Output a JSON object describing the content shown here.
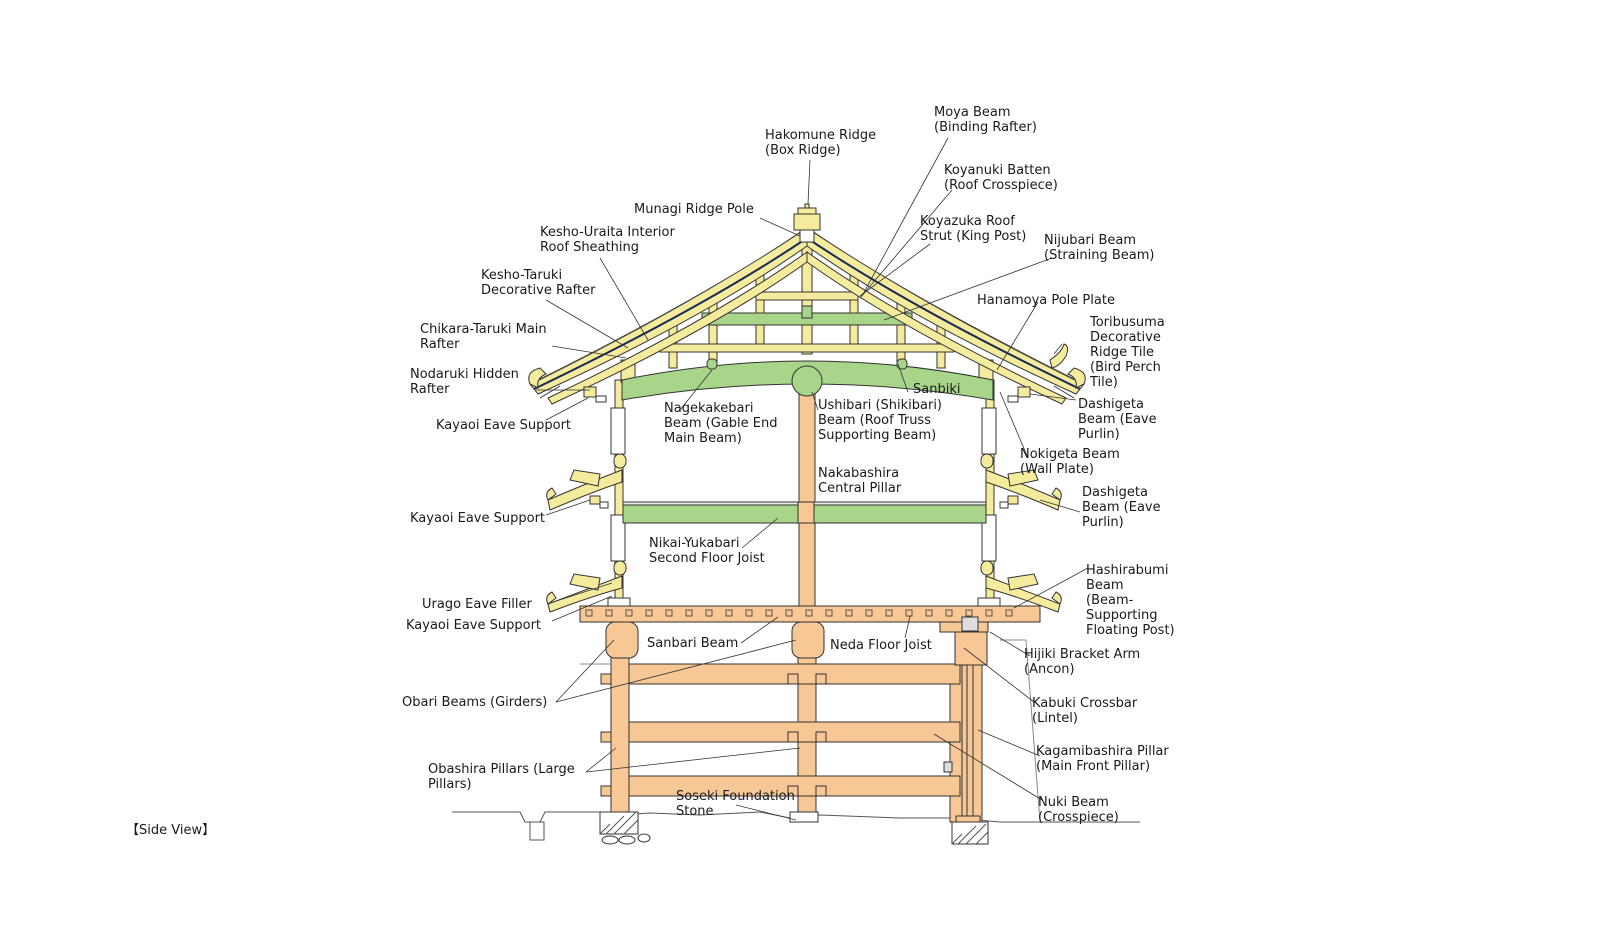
{
  "caption": "【Side View】",
  "colors": {
    "yellow_timber": "#f4ec9c",
    "green_beam": "#a9d58b",
    "orange_timber": "#f7c796",
    "outline": "#333333",
    "leader": "#333333"
  },
  "labels": {
    "hakomune": "Hakomune Ridge\n(Box Ridge)",
    "moya": "Moya Beam\n(Binding Rafter)",
    "koyanuki": "Koyanuki Batten\n(Roof Crosspiece)",
    "koyazuka": "Koyazuka Roof\nStrut (King Post)",
    "munagi": "Munagi Ridge Pole",
    "kesho_uraita": "Kesho-Uraita Interior\nRoof Sheathing",
    "nijubari": "Nijubari Beam\n(Straining Beam)",
    "kesho_taruki": "Kesho-Taruki\nDecorative Rafter",
    "hanamoya": "Hanamoya Pole Plate",
    "chikara_taruki": "Chikara-Taruki Main\nRafter",
    "toribusuma": "Toribusuma\nDecorative\nRidge Tile\n(Bird Perch\nTile)",
    "nodaruki": "Nodaruki Hidden\nRafter",
    "sanbiki": "Sanbiki",
    "kayaoi_1": "Kayaoi Eave Support",
    "nagekakebari": "Nagekakebari\nBeam (Gable End\nMain Beam)",
    "ushibari": "Ushibari (Shikibari)\nBeam (Roof Truss\nSupporting Beam)",
    "dashigeta_1": "Dashigeta\nBeam (Eave\nPurlin)",
    "nokigeta": "Nokigeta Beam\n(Wall Plate)",
    "nakabashira": "Nakabashira\nCentral Pillar",
    "dashigeta_2": "Dashigeta\nBeam (Eave\nPurlin)",
    "kayaoi_2": "Kayaoi Eave Support",
    "nikai_yukabari": "Nikai-Yukabari\nSecond Floor Joist",
    "hashirabumi": "Hashirabumi\nBeam\n(Beam-\nSupporting\nFloating Post)",
    "urago": "Urago Eave Filler",
    "kayaoi_3": "Kayaoi Eave Support",
    "sanbari": "Sanbari Beam",
    "neda": "Neda Floor Joist",
    "hijiki": "Hijiki Bracket Arm\n(Ancon)",
    "obari": "Obari Beams (Girders)",
    "kabuki": "Kabuki Crossbar\n(Lintel)",
    "kagamibashira": "Kagamibashira Pillar\n(Main Front Pillar)",
    "obashira": "Obashira Pillars (Large\nPillars)",
    "soseki": "Soseki Foundation\nStone",
    "nuki": "Nuki Beam\n(Crosspiece)"
  }
}
